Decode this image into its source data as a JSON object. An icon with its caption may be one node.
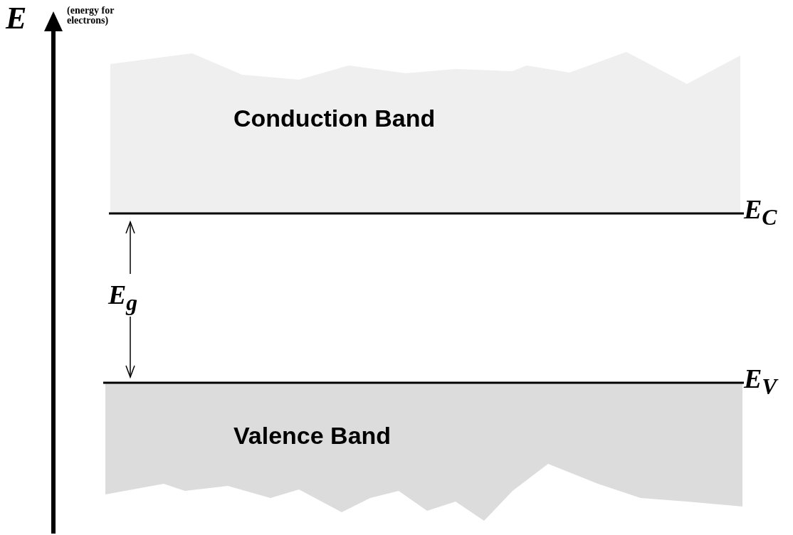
{
  "diagram": {
    "nodes": [
      {
        "text": [
          "Conduction Band"
        ]
      },
      {
        "text": [
          "Valence Band"
        ]
      }
    ],
    "labels": [
      "E",
      "(energy for electrons)",
      "E$_{C}$",
      "E$_{g}$",
      "E$_{V}$"
    ]
  }
}
